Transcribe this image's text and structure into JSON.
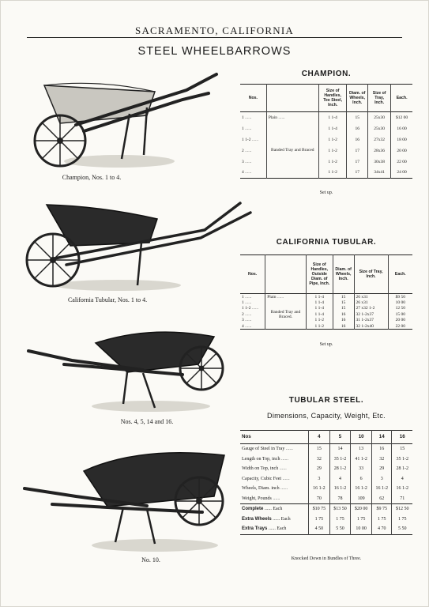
{
  "header": {
    "place": "SACRAMENTO, CALIFORNIA",
    "title": "STEEL WHEELBARROWS"
  },
  "champion": {
    "title": "CHAMPION.",
    "columns": [
      "Nos.",
      "",
      "Size of Handles, Tee Steel, Inch.",
      "Diam. of Wheels, Inch.",
      "Size of Tray, Inch.",
      "Each."
    ],
    "desc_plain": "Plain",
    "desc_banded": "Banded Tray and Braced",
    "rows": [
      {
        "no": "1",
        "handles": "1 1-4",
        "wheel": "15",
        "tray": "25x30",
        "each": "$12 00"
      },
      {
        "no": "1",
        "handles": "1 1-4",
        "wheel": "16",
        "tray": "25x30",
        "each": "16 00"
      },
      {
        "no": "1 1-2",
        "handles": "1 1-2",
        "wheel": "16",
        "tray": "27x32",
        "each": "18 00"
      },
      {
        "no": "2",
        "handles": "1 1-2",
        "wheel": "17",
        "tray": "28x36",
        "each": "20 00"
      },
      {
        "no": "3",
        "handles": "1 1-2",
        "wheel": "17",
        "tray": "30x38",
        "each": "22 00"
      },
      {
        "no": "4",
        "handles": "1 1-2",
        "wheel": "17",
        "tray": "34x41",
        "each": "24 00"
      }
    ],
    "note": "Set up."
  },
  "california": {
    "title": "CALIFORNIA TUBULAR.",
    "columns": [
      "Nos.",
      "",
      "Size of Handles, Outside Diam. of Pipe, Inch.",
      "Diam. of Wheels, Inch.",
      "Size of Tray, Inch.",
      "Each."
    ],
    "desc_plain": "Plain",
    "desc_banded": "Banded Tray and Braced.",
    "rows": [
      {
        "no": "1",
        "handles": "1 1-4",
        "wheel": "15",
        "tray": "26 x31",
        "each": "$9 50"
      },
      {
        "no": "1",
        "handles": "1 1-4",
        "wheel": "15",
        "tray": "26 x31",
        "each": "10 00"
      },
      {
        "no": "1 1-2",
        "handles": "1 1-4",
        "wheel": "15",
        "tray": "27 x32 1-2",
        "each": "12 50"
      },
      {
        "no": "2",
        "handles": "1 1-4",
        "wheel": "16",
        "tray": "32 1-2x37",
        "each": "15 00"
      },
      {
        "no": "3",
        "handles": "1 1-2",
        "wheel": "16",
        "tray": "31 1-2x37",
        "each": "20 00"
      },
      {
        "no": "4",
        "handles": "1 1-2",
        "wheel": "16",
        "tray": "32 1-2x40",
        "each": "22 00"
      }
    ],
    "note": "Set up."
  },
  "tubular": {
    "title": "TUBULAR STEEL.",
    "subtitle": "Dimensions, Capacity, Weight, Etc.",
    "header": [
      "Nos",
      "4",
      "5",
      "10",
      "14",
      "16"
    ],
    "rows": [
      {
        "label": "Gauge of Steel in Tray",
        "values": [
          "15",
          "14",
          "13",
          "16",
          "15"
        ]
      },
      {
        "label": "Length on Top, inch",
        "values": [
          "32",
          "35 1-2",
          "41 1-2",
          "32",
          "35 1-2"
        ]
      },
      {
        "label": "Width on Top, inch",
        "values": [
          "29",
          "28 1-2",
          "33",
          "29",
          "28 1-2"
        ]
      },
      {
        "label": "Capacity, Cubic Feet",
        "values": [
          "3",
          "4",
          "6",
          "3",
          "4"
        ]
      },
      {
        "label": "Wheels, Diam. inch",
        "values": [
          "16 1-2",
          "16 1-2",
          "16 1-2",
          "16 1-2",
          "16 1-2"
        ]
      },
      {
        "label": "Weight, Pounds",
        "values": [
          "70",
          "78",
          "109",
          "62",
          "71"
        ]
      }
    ],
    "price_rows": [
      {
        "label": "Complete",
        "unit": "Each",
        "values": [
          "$10 75",
          "$13 50",
          "$20 00",
          "$9 75",
          "$12 50"
        ]
      },
      {
        "label": "Extra Wheels",
        "unit": "Each",
        "values": [
          "1 75",
          "1 75",
          "1 75",
          "1 75",
          "1 75"
        ]
      },
      {
        "label": "Extra Trays",
        "unit": "Each",
        "values": [
          "4 50",
          "5 50",
          "10 00",
          "4 70",
          "5 50"
        ]
      }
    ],
    "note": "Knocked Down in Bundles of Three."
  },
  "captions": {
    "fig1": "Champion, Nos. 1 to 4.",
    "fig2": "California Tubular, Nos. 1 to 4.",
    "fig3": "Nos. 4, 5, 14 and 16.",
    "fig4": "No. 10."
  }
}
